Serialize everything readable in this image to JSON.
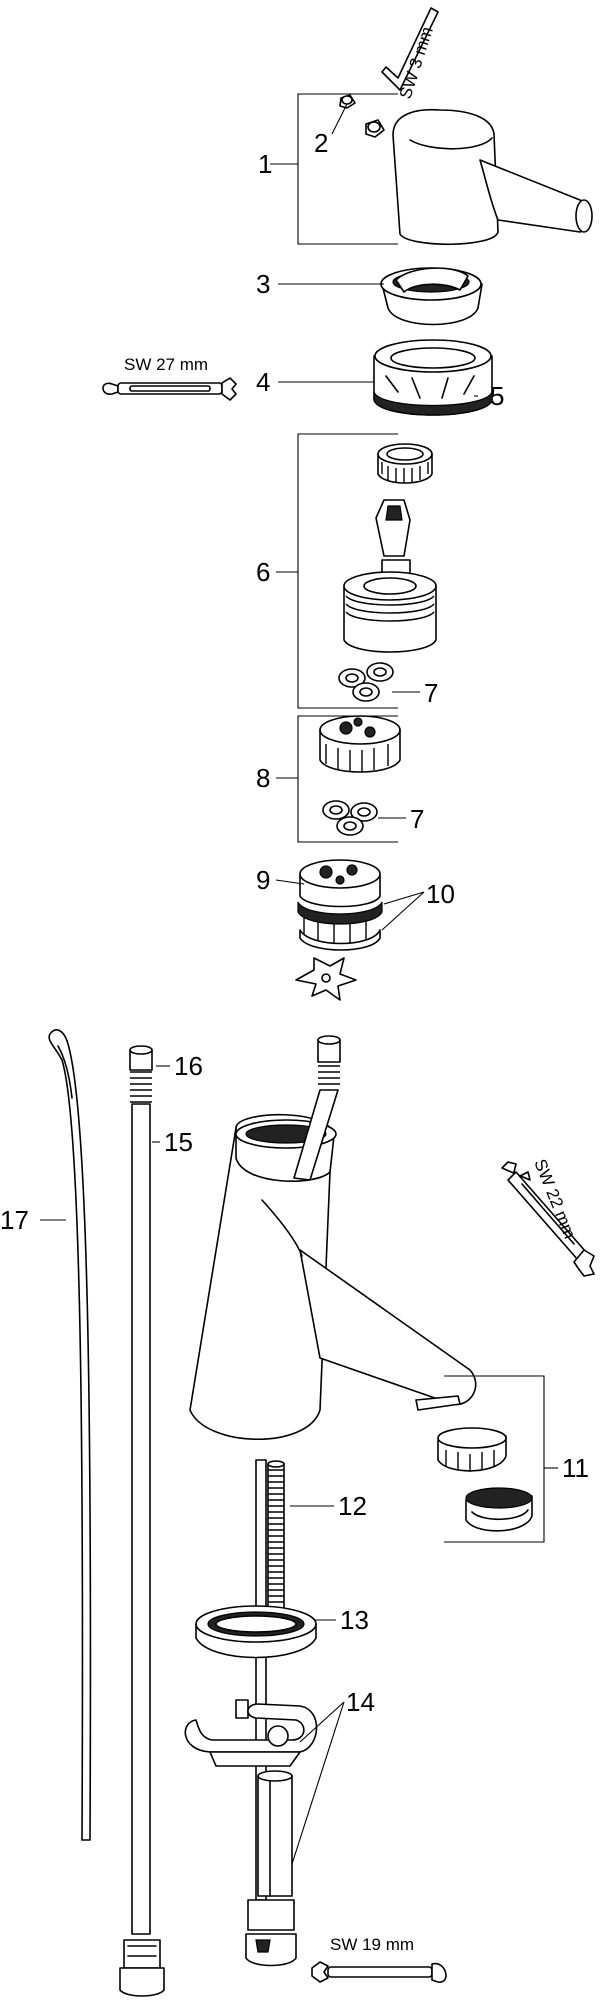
{
  "diagram": {
    "part_labels": {
      "p1": "1",
      "p2": "2",
      "p3": "3",
      "p4": "4",
      "p5": "5",
      "p6": "6",
      "p7a": "7",
      "p8": "8",
      "p7b": "7",
      "p9": "9",
      "p10": "10",
      "p11": "11",
      "p12": "12",
      "p13": "13",
      "p14": "14",
      "p15": "15",
      "p16": "16",
      "p17": "17"
    },
    "tools": {
      "hex_key": "SW 3 mm",
      "wrench_27": "SW 27 mm",
      "wrench_22": "SW 22 mm",
      "wrench_19": "SW 19 mm"
    }
  }
}
